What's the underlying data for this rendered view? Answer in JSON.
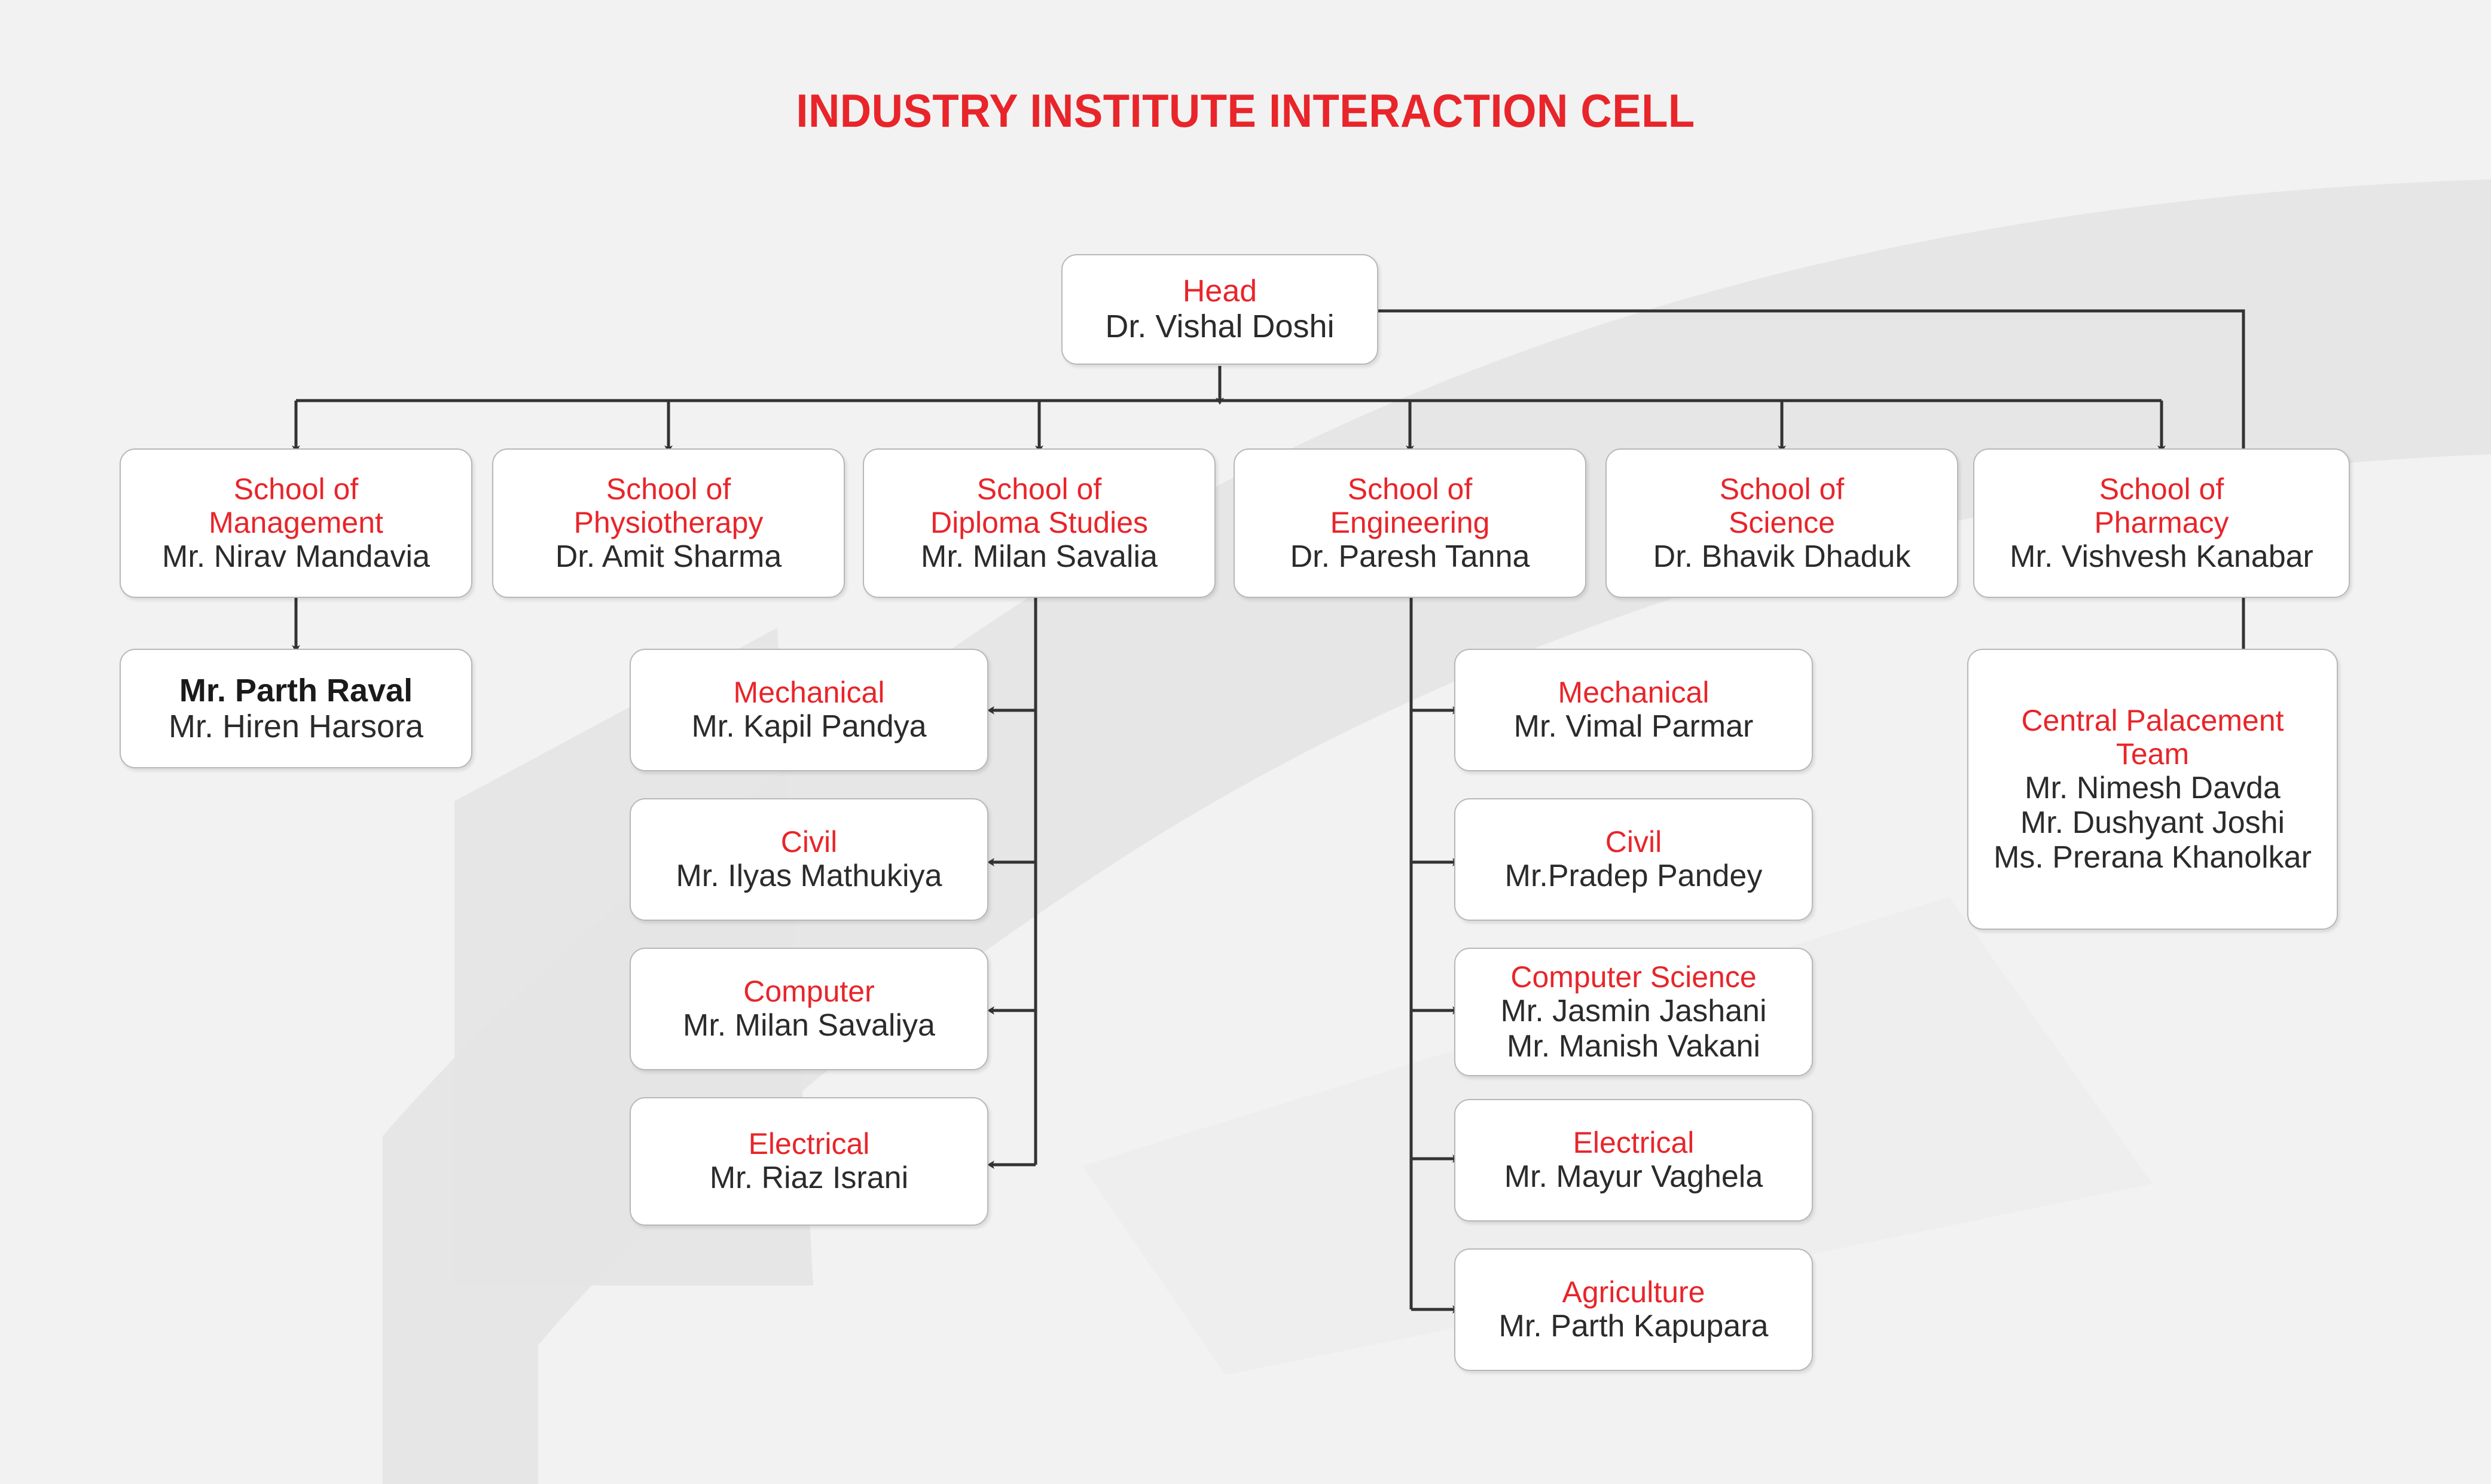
{
  "page": {
    "title": "INDUSTRY INSTITUTE INTERACTION CELL",
    "accent_color": "#e8252a",
    "text_color": "#2b2b2b",
    "background_color": "#f2f2f2",
    "box_background": "#ffffff",
    "box_border_color": "#b8b8b8",
    "connector_color": "#333333"
  },
  "chart_data": {
    "type": "diagram",
    "diagram_type": "organization-chart",
    "title": "INDUSTRY INSTITUTE INTERACTION CELL",
    "root": "Head — Dr. Vishal Doshi",
    "levels": 3
  },
  "head": {
    "title": "Head",
    "name": "Dr. Vishal Doshi"
  },
  "schools": [
    {
      "title": "School of\nManagement",
      "name": "Mr. Nirav Mandavia"
    },
    {
      "title": "School of\nPhysiotherapy",
      "name": "Dr. Amit Sharma"
    },
    {
      "title": "School of\nDiploma Studies",
      "name": "Mr. Milan Savalia"
    },
    {
      "title": "School of\nEngineering",
      "name": "Dr. Paresh Tanna"
    },
    {
      "title": "School of\nScience",
      "name": "Dr. Bhavik Dhaduk"
    },
    {
      "title": "School of\nPharmacy",
      "name": "Mr. Vishvesh Kanabar"
    }
  ],
  "management_team": {
    "name_primary": "Mr. Parth Raval",
    "name_secondary": "Mr. Hiren Harsora"
  },
  "diploma_departments": [
    {
      "title": "Mechanical",
      "name": "Mr. Kapil Pandya"
    },
    {
      "title": "Civil",
      "name": "Mr. Ilyas Mathukiya"
    },
    {
      "title": "Computer",
      "name": "Mr. Milan Savaliya"
    },
    {
      "title": "Electrical",
      "name": "Mr. Riaz Israni"
    }
  ],
  "engineering_departments": [
    {
      "title": "Mechanical",
      "name": "Mr. Vimal Parmar"
    },
    {
      "title": "Civil",
      "name": "Mr.Pradep Pandey"
    },
    {
      "title": "Computer Science",
      "name": "Mr. Jasmin Jashani\nMr. Manish Vakani"
    },
    {
      "title": "Electrical",
      "name": "Mr. Mayur Vaghela"
    },
    {
      "title": "Agriculture",
      "name": "Mr. Parth Kapupara"
    }
  ],
  "placement_team": {
    "title": "Central Palacement\nTeam",
    "names": "Mr. Nimesh Davda\nMr. Dushyant Joshi\nMs. Prerana Khanolkar"
  }
}
